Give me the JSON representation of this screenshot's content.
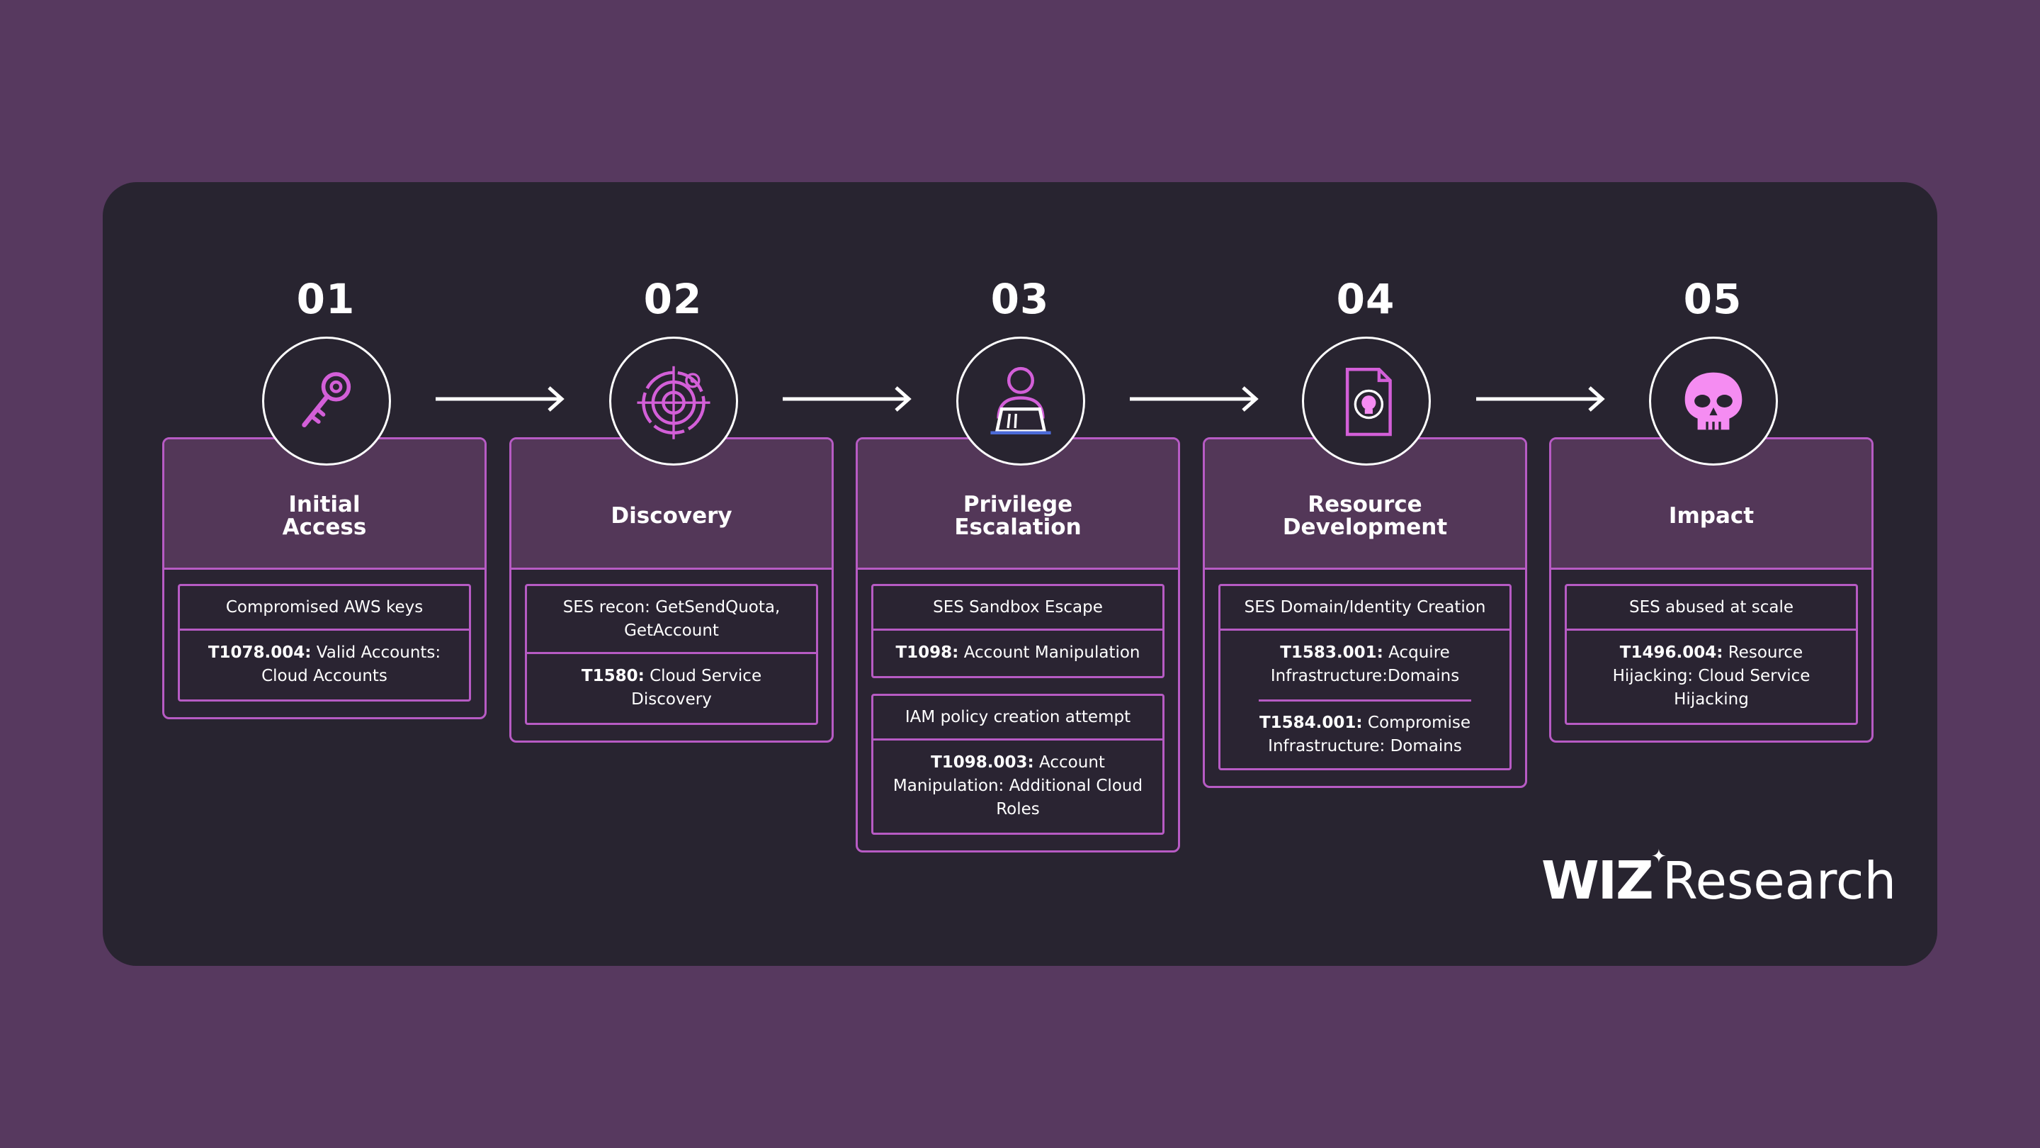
{
  "steps": [
    {
      "number": "01",
      "title": "Initial\nAccess",
      "icon": "key-icon",
      "items": [
        {
          "caption": "Compromised AWS keys",
          "technique_id": "T1078.004:",
          "technique_name": " Valid Accounts: Cloud Accounts"
        }
      ]
    },
    {
      "number": "02",
      "title": "Discovery",
      "icon": "target-icon",
      "items": [
        {
          "caption": "SES recon: GetSendQuota, GetAccount",
          "technique_id": "T1580:",
          "technique_name": " Cloud Service Discovery"
        }
      ]
    },
    {
      "number": "03",
      "title": "Privilege\nEscalation",
      "icon": "user-laptop-icon",
      "items": [
        {
          "caption": "SES Sandbox Escape",
          "technique_id": "T1098:",
          "technique_name": " Account Manipulation"
        },
        {
          "caption": "IAM policy creation attempt",
          "technique_id": "T1098.003:",
          "technique_name": " Account Manipulation: Additional Cloud Roles"
        }
      ]
    },
    {
      "number": "04",
      "title": "Resource\nDevelopment",
      "icon": "document-icon",
      "items": [
        {
          "caption": "SES Domain/Identity Creation",
          "technique_id": "T1583.001:",
          "technique_name": " Acquire Infrastructure:Domains",
          "technique_id_2": "T1584.001:",
          "technique_name_2": " Compromise Infrastructure: Domains"
        }
      ]
    },
    {
      "number": "05",
      "title": "Impact",
      "icon": "skull-icon",
      "items": [
        {
          "caption": "SES abused at scale",
          "technique_id": "T1496.004:",
          "technique_name": " Resource Hijacking: Cloud Service Hijacking"
        }
      ]
    }
  ],
  "logo": {
    "brand": "WIZ",
    "product": "Research"
  },
  "colors": {
    "background": "#57395f",
    "panel": "#282430",
    "accent": "#b75bc4",
    "card_header": "#533758",
    "icon_pink": "#d35fd8",
    "icon_pink_fill": "#f58cf2"
  }
}
